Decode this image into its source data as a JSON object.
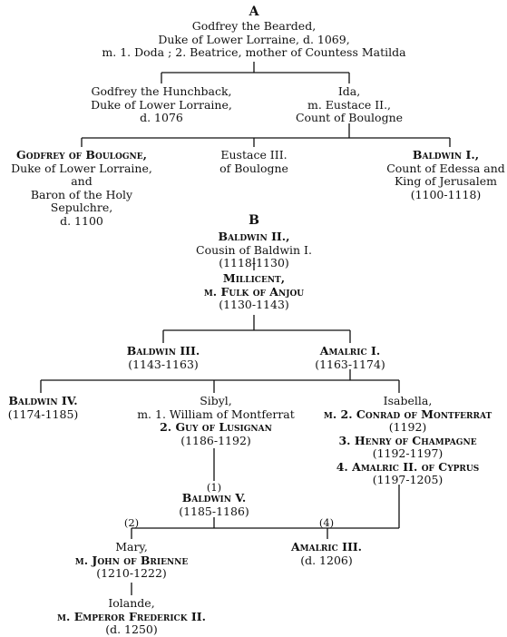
{
  "tables": {
    "a": {
      "heading": "A",
      "godfrey_bearded": [
        "Godfrey the Bearded,",
        "Duke of Lower Lorraine, d. 1069,",
        "m. 1. Doda ; 2. Beatrice, mother of Countess Matilda"
      ],
      "godfrey_hunchback": [
        "Godfrey the Hunchback,",
        "Duke of Lower Lorraine,",
        "d. 1076"
      ],
      "ida": [
        "Ida,",
        "m. Eustace II.,",
        "Count of Boulogne"
      ],
      "godfrey_boulogne": [
        "Godfrey of Boulogne,",
        "Duke of Lower Lorraine, and",
        "Baron of the Holy Sepulchre,",
        "d. 1100"
      ],
      "eustace": [
        "Eustace III.",
        "of Boulogne"
      ],
      "baldwin_1": [
        "Baldwin I.,",
        "Count of Edessa and",
        "King of Jerusalem",
        "(1100-1118)"
      ]
    },
    "b": {
      "heading": "B",
      "baldwin_2": [
        "Baldwin II.,",
        "Cousin of Baldwin I.",
        "(1118-1130)"
      ],
      "millicent": [
        "Millicent,",
        "m. Fulk of Anjou",
        "(1130-1143)"
      ],
      "baldwin_3": [
        "Baldwin III.",
        "(1143-1163)"
      ],
      "amalric_1": [
        "Amalric I.",
        "(1163-1174)"
      ],
      "baldwin_4": [
        "Baldwin IV.",
        "(1174-1185)"
      ],
      "sibyl": [
        "Sibyl,",
        "m. 1. William of Montferrat",
        "2. Guy of Lusignan",
        "(1186-1192)"
      ],
      "isabella": [
        "Isabella,",
        "m. 2. Conrad of Montferrat",
        "(1192)",
        "3. Henry of Champagne",
        "(1192-1197)",
        "4. Amalric II. of Cyprus",
        "(1197-1205)"
      ],
      "marker_1": "(1)",
      "baldwin_5": [
        "Baldwin V.",
        "(1185-1186)"
      ],
      "marker_2": "(2)",
      "marker_4": "(4)",
      "mary": [
        "Mary,",
        "m. John of Brienne",
        "(1210-1222)"
      ],
      "amalric_3": [
        "Amalric III.",
        "(d. 1206)"
      ],
      "iolande": [
        "Iolande,",
        "m. Emperor Frederick II.",
        "(d. 1250)"
      ]
    }
  }
}
